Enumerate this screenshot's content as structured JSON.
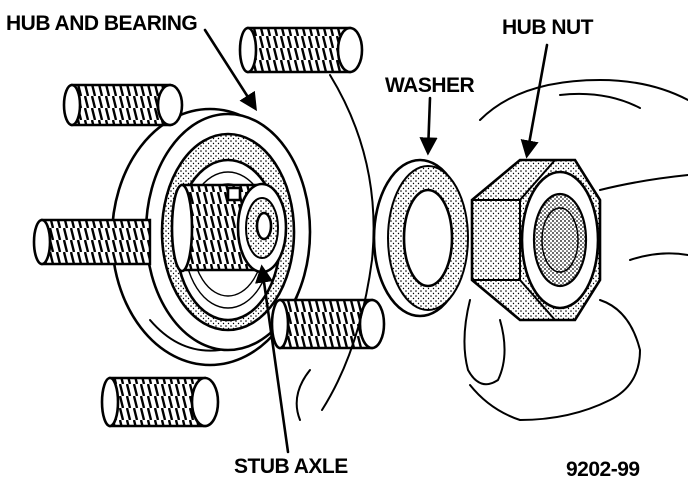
{
  "labels": {
    "hub_and_bearing": "HUB AND BEARING",
    "hub_nut": "HUB NUT",
    "washer": "WASHER",
    "stub_axle": "STUB AXLE",
    "figure_number": "9202-99"
  }
}
